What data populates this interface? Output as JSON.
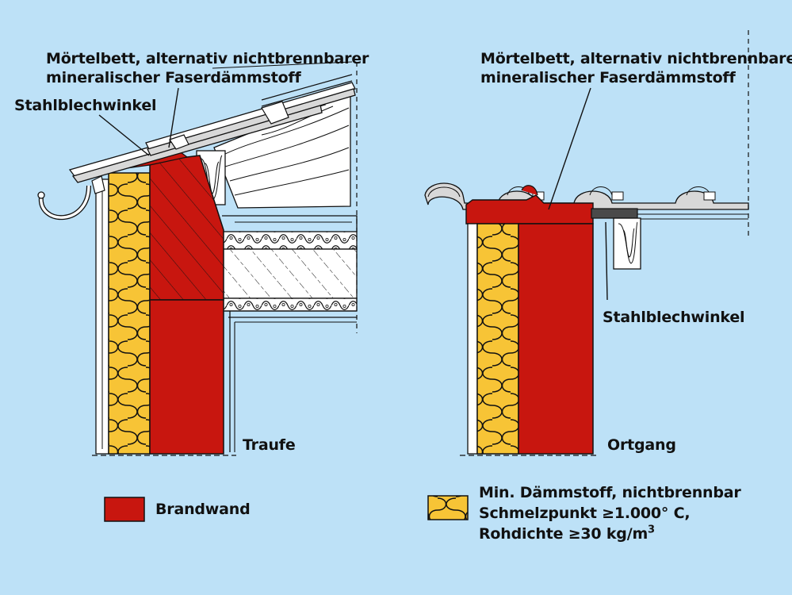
{
  "left_detail": {
    "mortar_label": [
      "Mörtelbett, alternativ nichtbrennbarer",
      "mineralischer Faserdämmstoff"
    ],
    "angle_label": "Stahlblechwinkel",
    "caption": "Traufe"
  },
  "right_detail": {
    "mortar_label": [
      "Mörtelbett, alternativ nichtbrennbarer",
      "mineralischer Faserdämmstoff"
    ],
    "angle_label": "Stahlblechwinkel",
    "caption": "Ortgang"
  },
  "legend": {
    "firewall": "Brandwand",
    "insulation_line1": "Min. Dämmstoff, nichtbrennbar",
    "insulation_line2": "Schmelzpunkt ≥1.000° C,",
    "insulation_line3": "Rohdichte ≥30 kg/m",
    "insulation_sup": "3"
  },
  "colors": {
    "background": "#bde1f7",
    "firewall_red": "#c8160f",
    "insulation_yellow": "#f7c436",
    "outline": "#111111"
  }
}
